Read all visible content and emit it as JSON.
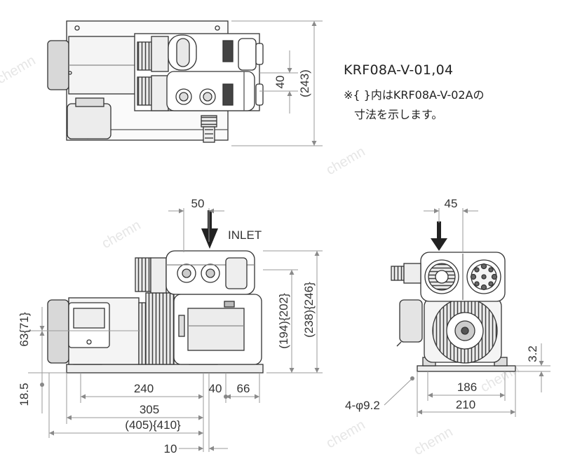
{
  "model": "KRF08A-V-01,04",
  "note_line1": "※{ }内はKRF08A-V-02Aの",
  "note_line2": "寸法を示します。",
  "inlet_label": "INLET",
  "watermark": "chemn",
  "top_view": {
    "dim_40": "40",
    "dim_243": "(243)"
  },
  "front_view": {
    "dim_50": "50",
    "dim_63_71": "63{71}",
    "dim_18_5": "18.5",
    "dim_202": "(194){202}",
    "dim_246": "(238){246}",
    "dim_240": "240",
    "dim_40": "40",
    "dim_66": "66",
    "dim_305": "305",
    "dim_405_410": "(405){410}",
    "dim_10": "10"
  },
  "side_view": {
    "dim_45": "45",
    "dim_3_2": "3.2",
    "dim_186": "186",
    "dim_210": "210",
    "dim_hole": "4-φ9.2"
  },
  "colors": {
    "line": "#333333",
    "dim_line": "#9a9a9a",
    "fill_light": "#f2f2f2",
    "fill_mid": "#d0d0d0",
    "fill_dark": "#555555"
  }
}
